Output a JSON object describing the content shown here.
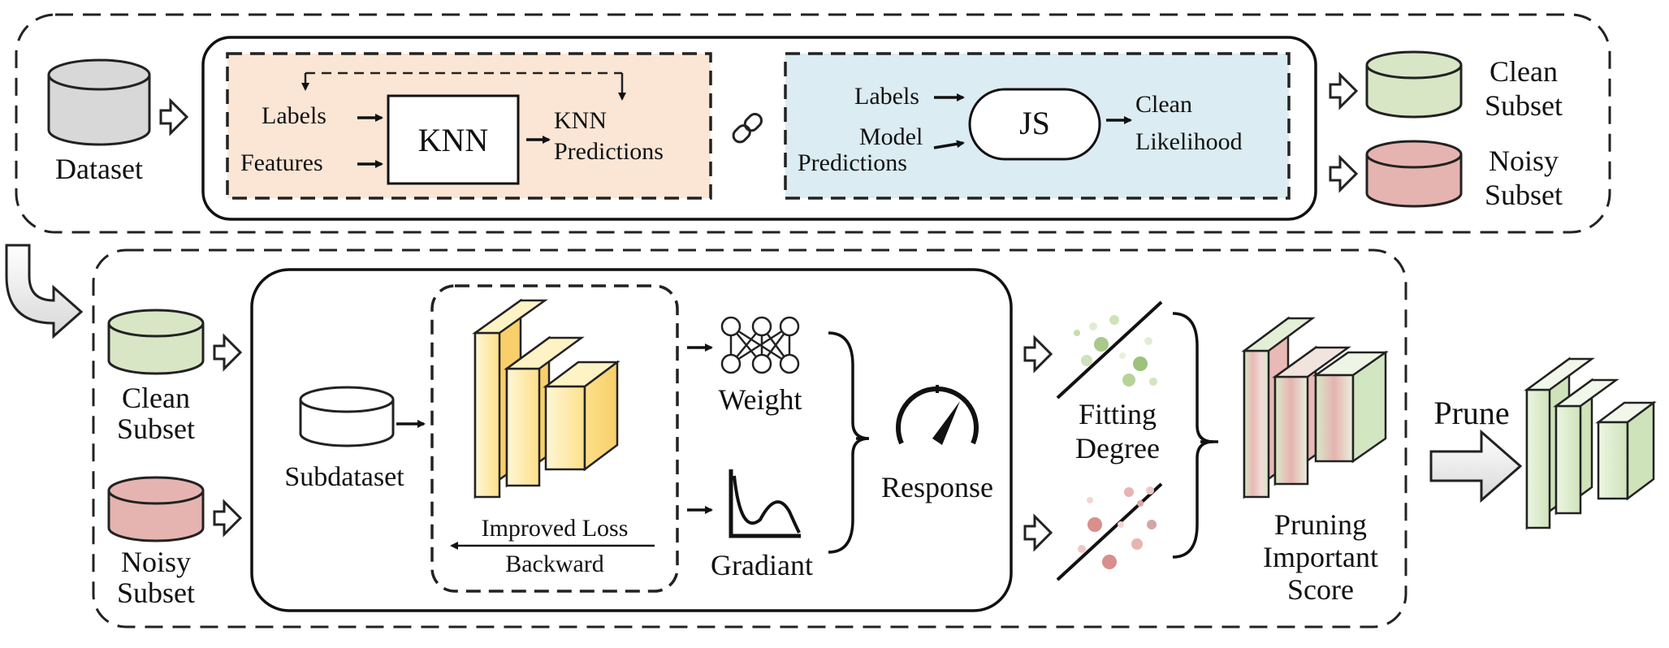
{
  "colors": {
    "clean_fill": "#d9e6c6",
    "noisy_fill": "#e6b4b0",
    "dataset_fill": "#d8d8d8",
    "knn_panel": "#fbe6d6",
    "js_panel": "#dbecf2",
    "layer_yellow": "#fde7a0",
    "layer_green": "#d3e6c2",
    "layer_red": "#e8b8b5"
  },
  "stage1": {
    "dataset_label": "Dataset",
    "knn": {
      "labels_in": "Labels",
      "features_in": "Features",
      "box_label": "KNN",
      "output_line1": "KNN",
      "output_line2": "Predictions"
    },
    "link_icon": "link-icon",
    "js": {
      "labels_in": "Labels",
      "model_line1": "Model",
      "model_line2": "Predictions",
      "box_label": "JS",
      "output_line1": "Clean",
      "output_line2": "Likelihood"
    },
    "clean_out": {
      "line1": "Clean",
      "line2": "Subset"
    },
    "noisy_out": {
      "line1": "Noisy",
      "line2": "Subset"
    }
  },
  "stage2": {
    "clean_in": {
      "line1": "Clean",
      "line2": "Subset"
    },
    "noisy_in": {
      "line1": "Noisy",
      "line2": "Subset"
    },
    "subdataset_label": "Subdataset",
    "loss_line1": "Improved Loss",
    "loss_line2": "Backward",
    "weight_label": "Weight",
    "gradient_label": "Gradiant",
    "response_label": "Response",
    "fitting_line1": "Fitting",
    "fitting_line2": "Degree",
    "score_line1": "Pruning",
    "score_line2": "Important",
    "score_line3": "Score",
    "prune_label": "Prune"
  }
}
